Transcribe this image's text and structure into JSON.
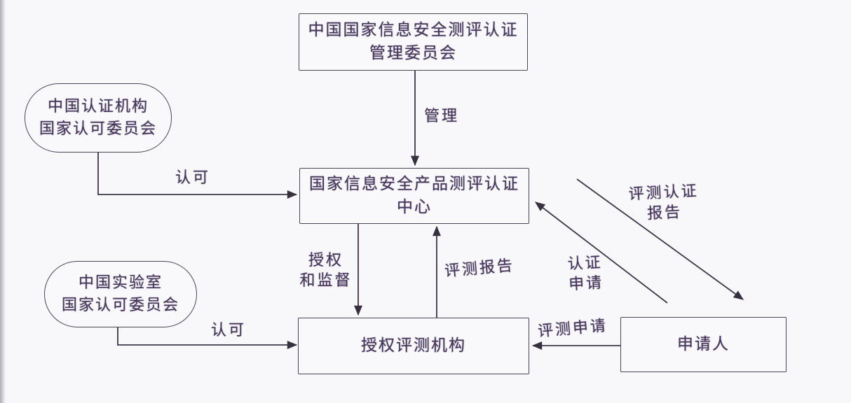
{
  "colors": {
    "background": "#f8f8fb",
    "line": "#3d3747",
    "text": "#46375a",
    "node_border": "#4b4556"
  },
  "nodes": {
    "committee": {
      "line1": "中国国家信息安全测评认证",
      "line2": "管理委员会"
    },
    "cert_accreditation": {
      "line1": "中国认证机构",
      "line2": "国家认可委员会"
    },
    "lab_accreditation": {
      "line1": "中国实验室",
      "line2": "国家认可委员会"
    },
    "evaluation_center": {
      "line1": "国家信息安全产品测评认证",
      "line2": "中心"
    },
    "authorized_agency": {
      "label": "授权评测机构"
    },
    "applicant": {
      "label": "申请人"
    }
  },
  "edges": {
    "manage": {
      "label": "管理"
    },
    "accredit_top": {
      "label": "认可"
    },
    "accredit_bottom": {
      "label": "认可"
    },
    "authorize_supervise": {
      "line1": "授权",
      "line2": "和监督"
    },
    "evaluation_report": {
      "label": "评测报告"
    },
    "cert_application": {
      "line1": "认证",
      "line2": "申请"
    },
    "eval_cert_report": {
      "line1": "评测认证",
      "line2": "报告"
    },
    "evaluation_application": {
      "label": "评测申请"
    }
  }
}
